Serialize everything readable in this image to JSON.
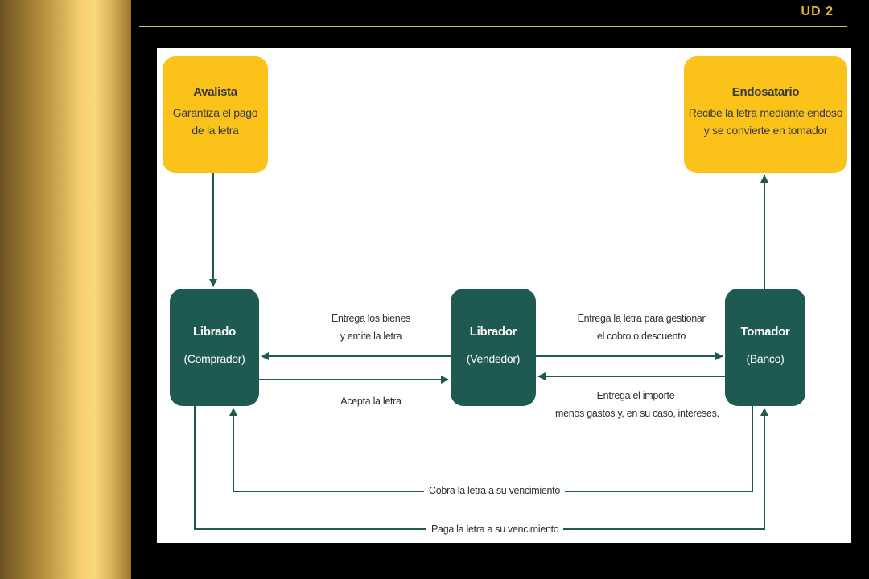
{
  "header": {
    "unit_label": "UD 2"
  },
  "diagram": {
    "avalista": {
      "title": "Avalista",
      "desc_1": "Garantiza el pago",
      "desc_2": "de la letra"
    },
    "endosatario": {
      "title": "Endosatario",
      "desc_1": "Recibe la letra mediante endoso",
      "desc_2": "y se convierte en tomador"
    },
    "librado": {
      "title": "Librado",
      "role": "(Comprador)"
    },
    "librador": {
      "title": "Librador",
      "role": "(Vendedor)"
    },
    "tomador": {
      "title": "Tomador",
      "role": "(Banco)"
    },
    "arrows": {
      "entrega_bienes_1": "Entrega los bienes",
      "entrega_bienes_2": "y emite la letra",
      "acepta": "Acepta la letra",
      "entrega_letra_1": "Entrega la letra para gestionar",
      "entrega_letra_2": "el cobro o descuento",
      "entrega_importe_1": "Entrega el importe",
      "entrega_importe_2": "menos gastos y, en su caso, intereses.",
      "cobra": "Cobra la letra a su vencimiento",
      "paga": "Paga la letra a su vencimiento"
    }
  },
  "colors": {
    "yellow_box": "#fbc21a",
    "green_box": "#1f5a52",
    "arrow": "#1f5a52",
    "accent_gold": "#e6b432"
  }
}
